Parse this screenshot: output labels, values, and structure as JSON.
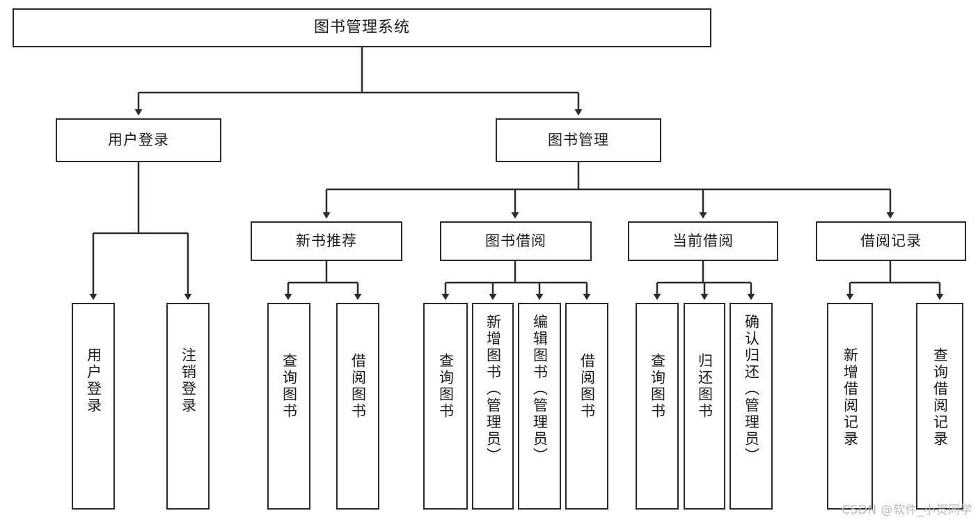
{
  "diagram": {
    "type": "tree-hierarchy",
    "root": {
      "label": "图书管理系统"
    },
    "level2": [
      {
        "label": "用户登录"
      },
      {
        "label": "图书管理"
      }
    ],
    "level3": [
      {
        "label": "新书推荐"
      },
      {
        "label": "图书借阅"
      },
      {
        "label": "当前借阅"
      },
      {
        "label": "借阅记录"
      }
    ],
    "leaves": {
      "user_login": [
        {
          "label": "用户登录"
        },
        {
          "label": "注销登录"
        }
      ],
      "new_book_recommend": [
        {
          "label": "查询图书"
        },
        {
          "label": "借阅图书"
        }
      ],
      "book_borrow": [
        {
          "label": "查询图书"
        },
        {
          "label": "新增图书（管理员）"
        },
        {
          "label": "编辑图书（管理员）"
        },
        {
          "label": "借阅图书"
        }
      ],
      "current_borrow": [
        {
          "label": "查询图书"
        },
        {
          "label": "归还图书"
        },
        {
          "label": "确认归还（管理员）"
        }
      ],
      "borrow_record": [
        {
          "label": "新增借阅记录"
        },
        {
          "label": "查询借阅记录"
        }
      ]
    }
  },
  "watermark": {
    "text": "CSDN @软件_小贺同学"
  },
  "colors": {
    "stroke": "#2b2b2b",
    "background": "#ffffff",
    "text": "#1a1a1a",
    "watermark": "#b9b9b9"
  }
}
